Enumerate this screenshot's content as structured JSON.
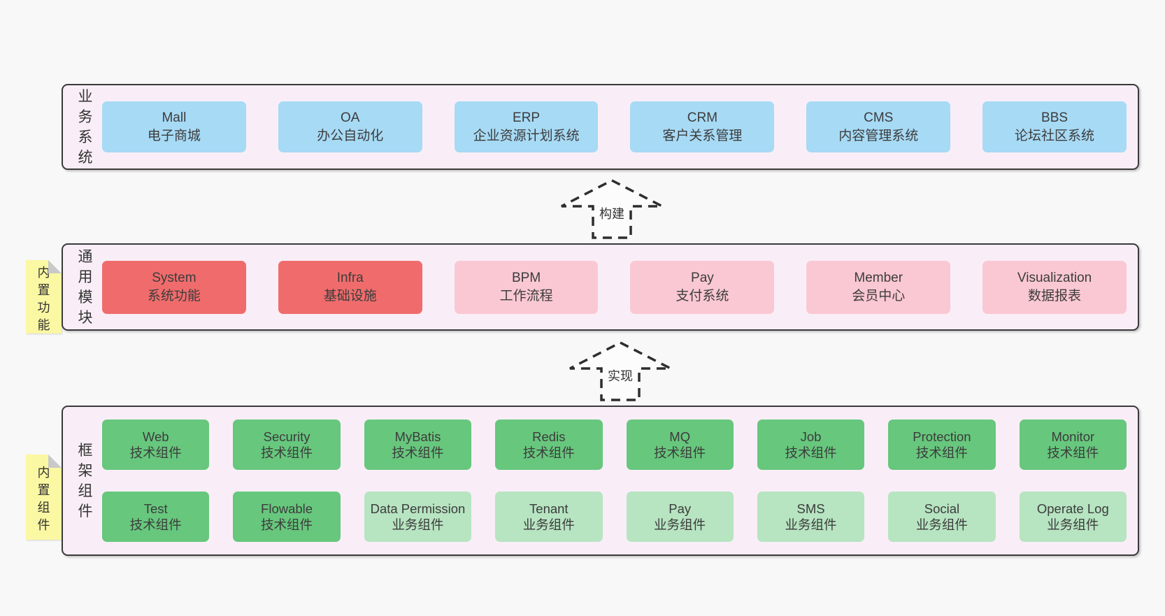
{
  "page": {
    "background": "#f8f8f8"
  },
  "colors": {
    "layer_bg": "#f9eef7",
    "layer_border": "#3a3a3a",
    "blue": "#a7daf5",
    "red": "#f06c6c",
    "pink": "#fac8d3",
    "green": "#67c77d",
    "light_green": "#b7e4c1",
    "note_yellow": "#fbf8a3",
    "note_fold": "#c9c9c9",
    "text": "#3c3c3c"
  },
  "arrows": [
    {
      "label": "构建"
    },
    {
      "label": "实现"
    }
  ],
  "notes": [
    {
      "label": "内置功能"
    },
    {
      "label": "内置组件"
    }
  ],
  "layers": [
    {
      "label": "业务系统",
      "boxes": [
        {
          "name": "Mall",
          "sub": "电子商城",
          "variant": "blue"
        },
        {
          "name": "OA",
          "sub": "办公自动化",
          "variant": "blue"
        },
        {
          "name": "ERP",
          "sub": "企业资源计划系统",
          "variant": "blue"
        },
        {
          "name": "CRM",
          "sub": "客户关系管理",
          "variant": "blue"
        },
        {
          "name": "CMS",
          "sub": "内容管理系统",
          "variant": "blue"
        },
        {
          "name": "BBS",
          "sub": "论坛社区系统",
          "variant": "blue"
        }
      ]
    },
    {
      "label": "通用模块",
      "boxes": [
        {
          "name": "System",
          "sub": "系统功能",
          "variant": "red"
        },
        {
          "name": "Infra",
          "sub": "基础设施",
          "variant": "red"
        },
        {
          "name": "BPM",
          "sub": "工作流程",
          "variant": "pink"
        },
        {
          "name": "Pay",
          "sub": "支付系统",
          "variant": "pink"
        },
        {
          "name": "Member",
          "sub": "会员中心",
          "variant": "pink"
        },
        {
          "name": "Visualization",
          "sub": "数据报表",
          "variant": "pink"
        }
      ]
    },
    {
      "label": "框架组件",
      "rows": [
        [
          {
            "name": "Web",
            "sub": "技术组件",
            "variant": "green"
          },
          {
            "name": "Security",
            "sub": "技术组件",
            "variant": "green"
          },
          {
            "name": "MyBatis",
            "sub": "技术组件",
            "variant": "green"
          },
          {
            "name": "Redis",
            "sub": "技术组件",
            "variant": "green"
          },
          {
            "name": "MQ",
            "sub": "技术组件",
            "variant": "green"
          },
          {
            "name": "Job",
            "sub": "技术组件",
            "variant": "green"
          },
          {
            "name": "Protection",
            "sub": "技术组件",
            "variant": "green"
          },
          {
            "name": "Monitor",
            "sub": "技术组件",
            "variant": "green"
          }
        ],
        [
          {
            "name": "Test",
            "sub": "技术组件",
            "variant": "green"
          },
          {
            "name": "Flowable",
            "sub": "技术组件",
            "variant": "green"
          },
          {
            "name": "Data Permission",
            "sub": "业务组件",
            "variant": "lightgreen"
          },
          {
            "name": "Tenant",
            "sub": "业务组件",
            "variant": "lightgreen"
          },
          {
            "name": "Pay",
            "sub": "业务组件",
            "variant": "lightgreen"
          },
          {
            "name": "SMS",
            "sub": "业务组件",
            "variant": "lightgreen"
          },
          {
            "name": "Social",
            "sub": "业务组件",
            "variant": "lightgreen"
          },
          {
            "name": "Operate Log",
            "sub": "业务组件",
            "variant": "lightgreen"
          }
        ]
      ]
    }
  ]
}
